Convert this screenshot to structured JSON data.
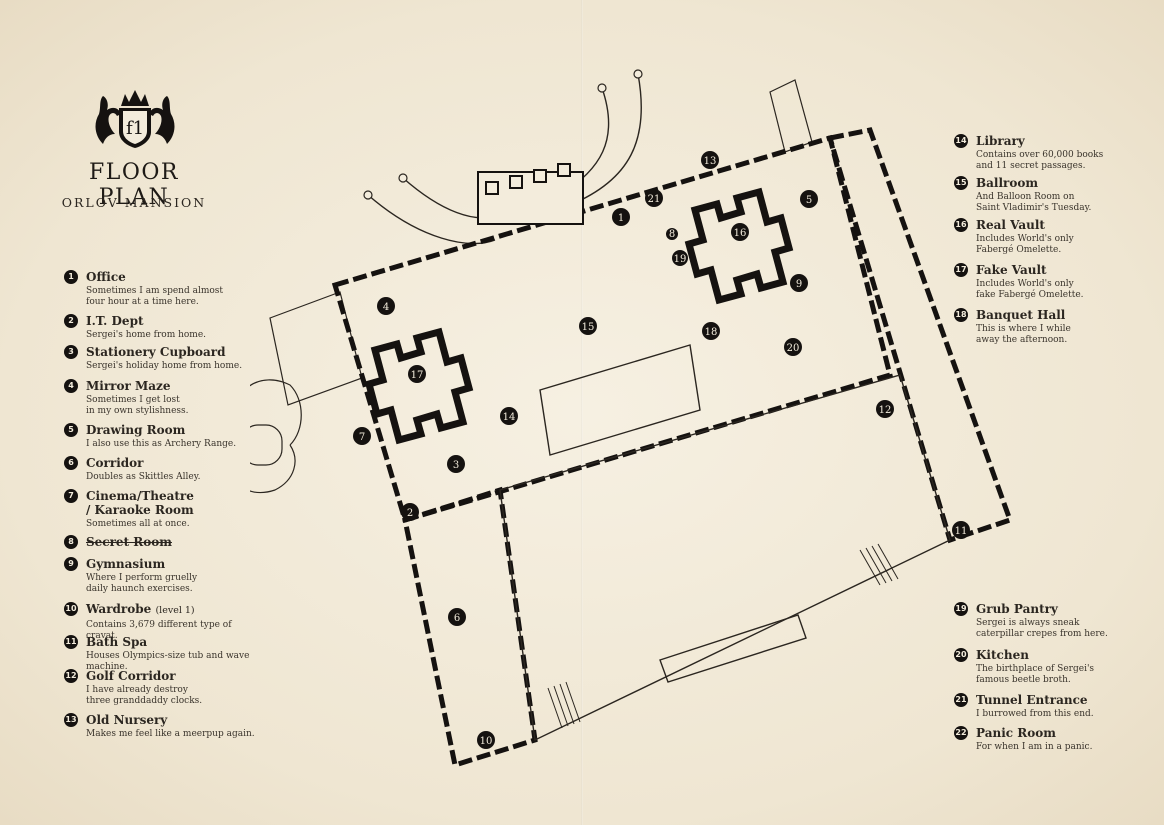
{
  "header": {
    "title": "FLOOR PLAN",
    "subtitle": "ORLOV MANSION",
    "crest_monogram": "f1"
  },
  "legend_left": [
    {
      "num": "1",
      "name": "Office",
      "desc": [
        "Sometimes I am spend almost",
        "four hour at a time here."
      ]
    },
    {
      "num": "2",
      "name": "I.T. Dept",
      "desc": [
        "Sergei's home from home."
      ]
    },
    {
      "num": "3",
      "name": "Stationery Cupboard",
      "desc": [
        "Sergei's holiday home from home."
      ]
    },
    {
      "num": "4",
      "name": "Mirror Maze",
      "desc": [
        "Sometimes I get lost",
        "in my own stylishness."
      ]
    },
    {
      "num": "5",
      "name": "Drawing Room",
      "desc": [
        "I also use this as Archery Range."
      ]
    },
    {
      "num": "6",
      "name": "Corridor",
      "desc": [
        "Doubles as Skittles Alley."
      ]
    },
    {
      "num": "7",
      "name": "Cinema/Theatre",
      "name2": "/ Karaoke Room",
      "desc": [
        "Sometimes all at once."
      ]
    },
    {
      "num": "8",
      "name": "Secret Room",
      "struck": true,
      "desc": []
    },
    {
      "num": "9",
      "name": "Gymnasium",
      "desc": [
        "Where I perform gruelly",
        "daily haunch exercises."
      ]
    },
    {
      "num": "10",
      "name": "Wardrobe",
      "note": "(level 1)",
      "desc": [
        "Contains 3,679 different type of cravat."
      ]
    },
    {
      "num": "11",
      "name": "Bath Spa",
      "desc": [
        "Houses Olympics-size tub and wave machine."
      ]
    },
    {
      "num": "12",
      "name": "Golf Corridor",
      "desc": [
        "I have already destroy",
        "three granddaddy clocks."
      ]
    },
    {
      "num": "13",
      "name": "Old Nursery",
      "desc": [
        "Makes me feel like a meerpup again."
      ]
    }
  ],
  "legend_right_top": [
    {
      "num": "14",
      "name": "Library",
      "desc": [
        "Contains over 60,000 books",
        "and 11 secret passages."
      ]
    },
    {
      "num": "15",
      "name": "Ballroom",
      "desc": [
        "And Balloon Room on",
        "Saint Vladimir's Tuesday."
      ]
    },
    {
      "num": "16",
      "name": "Real Vault",
      "desc": [
        "Includes World's only",
        "Fabergé Omelette."
      ]
    },
    {
      "num": "17",
      "name": "Fake Vault",
      "desc": [
        "Includes World's only",
        "fake Fabergé Omelette."
      ]
    },
    {
      "num": "18",
      "name": "Banquet Hall",
      "desc": [
        "This is where I while",
        "away the afternoon."
      ]
    }
  ],
  "legend_right_bottom": [
    {
      "num": "19",
      "name": "Grub Pantry",
      "desc": [
        "Sergei is always sneak",
        "caterpillar crepes from here."
      ]
    },
    {
      "num": "20",
      "name": "Kitchen",
      "desc": [
        "The birthplace of Sergei's",
        "famous beetle broth."
      ]
    },
    {
      "num": "21",
      "name": "Tunnel Entrance",
      "desc": [
        "I burrowed from this end."
      ]
    },
    {
      "num": "22",
      "name": "Panic Room",
      "desc": [
        "For when I am in a panic."
      ]
    }
  ],
  "plan_markers": [
    "1",
    "2",
    "3",
    "4",
    "5",
    "6",
    "7",
    "8",
    "9",
    "10",
    "11",
    "12",
    "13",
    "14",
    "15",
    "16",
    "17",
    "18",
    "19",
    "20",
    "21"
  ],
  "colors": {
    "paper": "#f3ecdc",
    "ink": "#151210"
  }
}
